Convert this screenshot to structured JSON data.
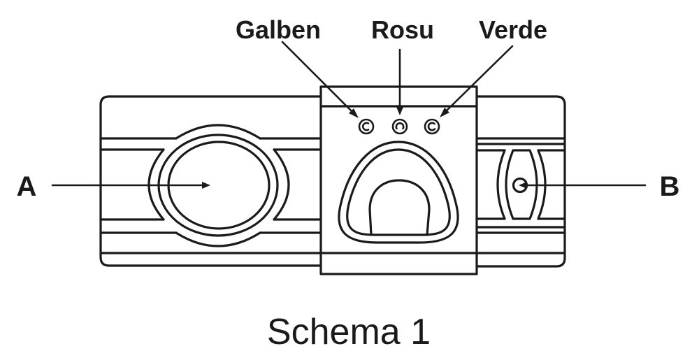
{
  "diagram": {
    "type": "device-schematic",
    "caption": "Schema 1",
    "indicator_labels": {
      "yellow": "Galben",
      "red": "Rosu",
      "green": "Verde"
    },
    "part_labels": {
      "a": "A",
      "b": "B"
    },
    "indicators": [
      {
        "label": "Galben",
        "points_to": "left indicator light"
      },
      {
        "label": "Rosu",
        "points_to": "middle indicator light"
      },
      {
        "label": "Verde",
        "points_to": "right indicator light"
      }
    ],
    "callouts": [
      {
        "label": "A",
        "points_to": "large oval lens on left section"
      },
      {
        "label": "B",
        "points_to": "small round button on right section"
      }
    ],
    "colors": {
      "ink": "#1a1a1a",
      "background": "#ffffff"
    }
  }
}
